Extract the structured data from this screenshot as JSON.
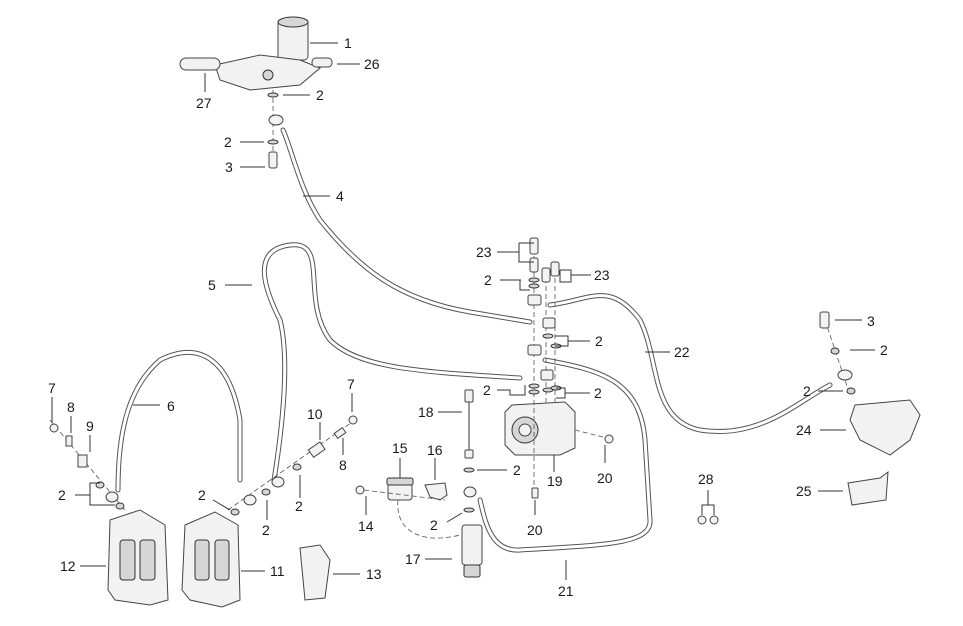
{
  "diagram": {
    "title": "Brake system exploded parts diagram",
    "callouts": [
      {
        "id": "c1",
        "label": "1",
        "part": "front-master-cylinder-reservoir"
      },
      {
        "id": "c26",
        "label": "26",
        "part": "master-cylinder-assembly"
      },
      {
        "id": "c27",
        "label": "27",
        "part": "brake-lever"
      },
      {
        "id": "c2a",
        "label": "2",
        "part": "sealing-washer"
      },
      {
        "id": "c2b",
        "label": "2",
        "part": "sealing-washer"
      },
      {
        "id": "c3a",
        "label": "3",
        "part": "banjo-bolt"
      },
      {
        "id": "c4",
        "label": "4",
        "part": "front-brake-hose"
      },
      {
        "id": "c5",
        "label": "5",
        "part": "abs-to-caliper-hose"
      },
      {
        "id": "c6",
        "label": "6",
        "part": "caliper-bridge-hose"
      },
      {
        "id": "c7a",
        "label": "7",
        "part": "bleeder-cap"
      },
      {
        "id": "c8a",
        "label": "8",
        "part": "bleeder-valve"
      },
      {
        "id": "c9",
        "label": "9",
        "part": "banjo-bolt-bleeder"
      },
      {
        "id": "c2c",
        "label": "2",
        "part": "sealing-washer"
      },
      {
        "id": "c12",
        "label": "12",
        "part": "front-left-caliper"
      },
      {
        "id": "c2d",
        "label": "2",
        "part": "sealing-washer"
      },
      {
        "id": "c2e",
        "label": "2",
        "part": "sealing-washer"
      },
      {
        "id": "c11",
        "label": "11",
        "part": "front-right-caliper"
      },
      {
        "id": "c10",
        "label": "10",
        "part": "banjo-bolt-bleeder"
      },
      {
        "id": "c7b",
        "label": "7",
        "part": "bleeder-cap"
      },
      {
        "id": "c8b",
        "label": "8",
        "part": "bleeder-valve"
      },
      {
        "id": "c2f",
        "label": "2",
        "part": "sealing-washer"
      },
      {
        "id": "c13",
        "label": "13",
        "part": "front-brake-pads"
      },
      {
        "id": "c14",
        "label": "14",
        "part": "screw"
      },
      {
        "id": "c15",
        "label": "15",
        "part": "rear-reservoir"
      },
      {
        "id": "c16",
        "label": "16",
        "part": "reservoir-bracket"
      },
      {
        "id": "c18",
        "label": "18",
        "part": "brake-light-switch"
      },
      {
        "id": "c2g",
        "label": "2",
        "part": "sealing-washer"
      },
      {
        "id": "c2h",
        "label": "2",
        "part": "sealing-washer"
      },
      {
        "id": "c17",
        "label": "17",
        "part": "rear-master-cylinder"
      },
      {
        "id": "c21",
        "label": "21",
        "part": "rear-brake-hose"
      },
      {
        "id": "c23a",
        "label": "23",
        "part": "banjo-bolt"
      },
      {
        "id": "c23b",
        "label": "23",
        "part": "banjo-bolt"
      },
      {
        "id": "c2i",
        "label": "2",
        "part": "sealing-washer"
      },
      {
        "id": "c2j",
        "label": "2",
        "part": "sealing-washer"
      },
      {
        "id": "c2k",
        "label": "2",
        "part": "sealing-washer"
      },
      {
        "id": "c2l",
        "label": "2",
        "part": "sealing-washer"
      },
      {
        "id": "c19",
        "label": "19",
        "part": "abs-module"
      },
      {
        "id": "c20a",
        "label": "20",
        "part": "abs-mount-bolt"
      },
      {
        "id": "c20b",
        "label": "20",
        "part": "abs-mount-bolt"
      },
      {
        "id": "c22",
        "label": "22",
        "part": "rear-caliper-hose"
      },
      {
        "id": "c3b",
        "label": "3",
        "part": "banjo-bolt"
      },
      {
        "id": "c2m",
        "label": "2",
        "part": "sealing-washer"
      },
      {
        "id": "c2n",
        "label": "2",
        "part": "sealing-washer"
      },
      {
        "id": "c24",
        "label": "24",
        "part": "rear-caliper"
      },
      {
        "id": "c25",
        "label": "25",
        "part": "rear-brake-pads"
      },
      {
        "id": "c28",
        "label": "28",
        "part": "nuts"
      }
    ]
  }
}
